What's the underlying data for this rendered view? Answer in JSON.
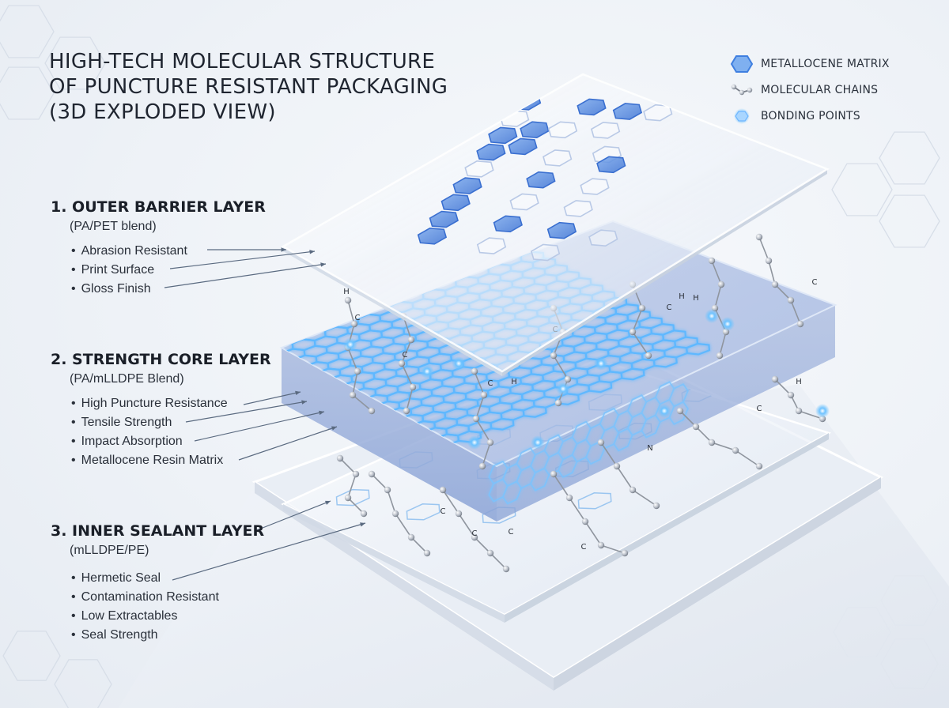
{
  "title": {
    "line1": "HIGH-TECH MOLECULAR STRUCTURE",
    "line2": "OF PUNCTURE RESISTANT PACKAGING",
    "line3": "(3D EXPLODED VIEW)"
  },
  "legend": [
    {
      "icon": "hexagon-icon",
      "label": "METALLOCENE MATRIX"
    },
    {
      "icon": "molecular-chain-icon",
      "label": "MOLECULAR CHAINS"
    },
    {
      "icon": "bonding-point-icon",
      "label": "BONDING POINTS"
    }
  ],
  "layers": [
    {
      "title": "1. OUTER BARRIER LAYER",
      "subtitle": "(PA/PET blend)",
      "bullets": [
        "Abrasion Resistant",
        "Print Surface",
        "Gloss Finish"
      ]
    },
    {
      "title": "2. STRENGTH CORE LAYER",
      "subtitle": "(PA/mLLDPE Blend)",
      "bullets": [
        "High Puncture Resistance",
        "Tensile Strength",
        "Impact Absorption",
        "Metallocene Resin Matrix"
      ]
    },
    {
      "title": "3. INNER SEALANT LAYER",
      "subtitle": "(mLLDPE/PE)",
      "bullets": [
        "Hermetic Seal",
        "Contamination Resistant",
        "Low Extractables",
        "Seal Strength"
      ]
    }
  ],
  "atoms": [
    "H",
    "C",
    "N"
  ],
  "colors": {
    "accent": "#3d8ef0",
    "glow": "#7cc6ff",
    "hex_fill": "#5b8fe0",
    "text": "#1e2530",
    "leader": "#5a6a80"
  }
}
